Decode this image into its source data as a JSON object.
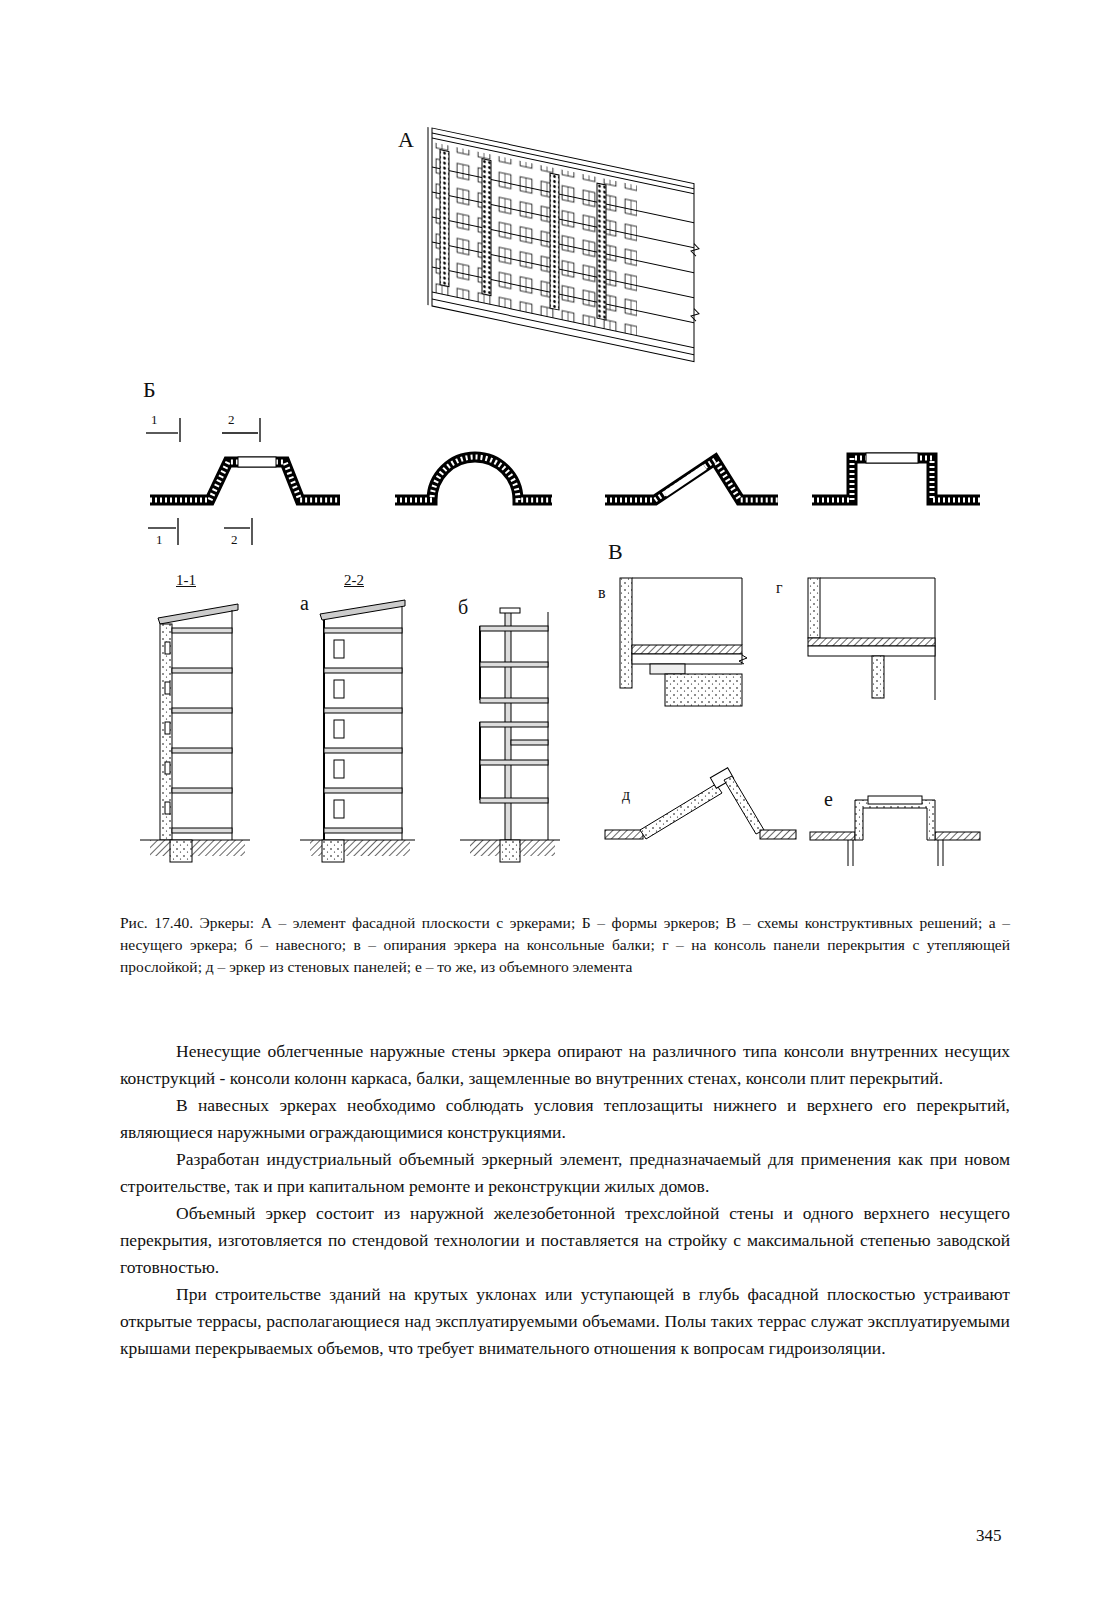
{
  "diagram": {
    "caption": "Рис. 17.40. Эркеры: А – элемент фасадной плоскости с эркерами; Б – формы эркеров; В – схемы конструктивных решений; а – несущего эркера; б – навесного; в – опирания эркера на консольные балки; г – на консоль панели перекрытия с утепляющей прослойкой; д – эркер из стеновых панелей; е – то же, из объемного элемента",
    "labels": [
      "А",
      "Б",
      "1",
      "2",
      "1",
      "2",
      "В",
      "1-1",
      "а",
      "2-2",
      "б",
      "в",
      "г",
      "д",
      "е",
      "Ненесущие облегченные наружные стены эркера опирают на различного типа консоли внутренних несущих конструкций - консоли колонн каркаса, балки, защемленные во внутренних стенах, консоли плит перекрытий.",
      "В навесных эркерах необходимо соблюдать условия теплозащиты нижнего и верхнего его перекрытий, являющиеся наружными ограждающимися конструкциями.",
      "Разработан индустриальный объемный эркерный элемент, предназначаемый для применения как при новом строительстве, так и при капитальном ремонте и реконструкции жилых домов.",
      "Объемный эркер состоит из наружной железобетонной трехслойной стены и одного верхнего несущего перекрытия, изготовляется по стендовой технологии и поставляется на стройку с максимальной степенью заводской готовностью.",
      "При строительстве зданий на крутых уклонах или уступающей в глубь фасадной плоскостью устраивают открытые террасы, располагающиеся над эксплуатируемыми объемами. Полы таких террас служат эксплуатируемыми крышами перекрываемых объемов, что требует внимательного отношения к вопросам гидроизоляции.",
      "345"
    ]
  }
}
